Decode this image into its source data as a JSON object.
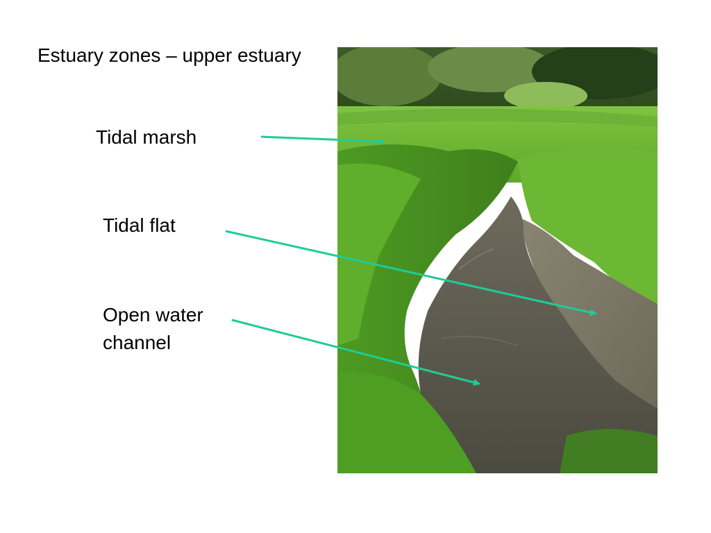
{
  "slide": {
    "title": "Estuary zones – upper estuary"
  },
  "labels": {
    "tidal_marsh": "Tidal marsh",
    "tidal_flat": "Tidal flat",
    "open_water_channel": "Open water channel"
  },
  "colors": {
    "arrow": "#1fcc96",
    "background": "#ffffff",
    "text": "#000000"
  }
}
